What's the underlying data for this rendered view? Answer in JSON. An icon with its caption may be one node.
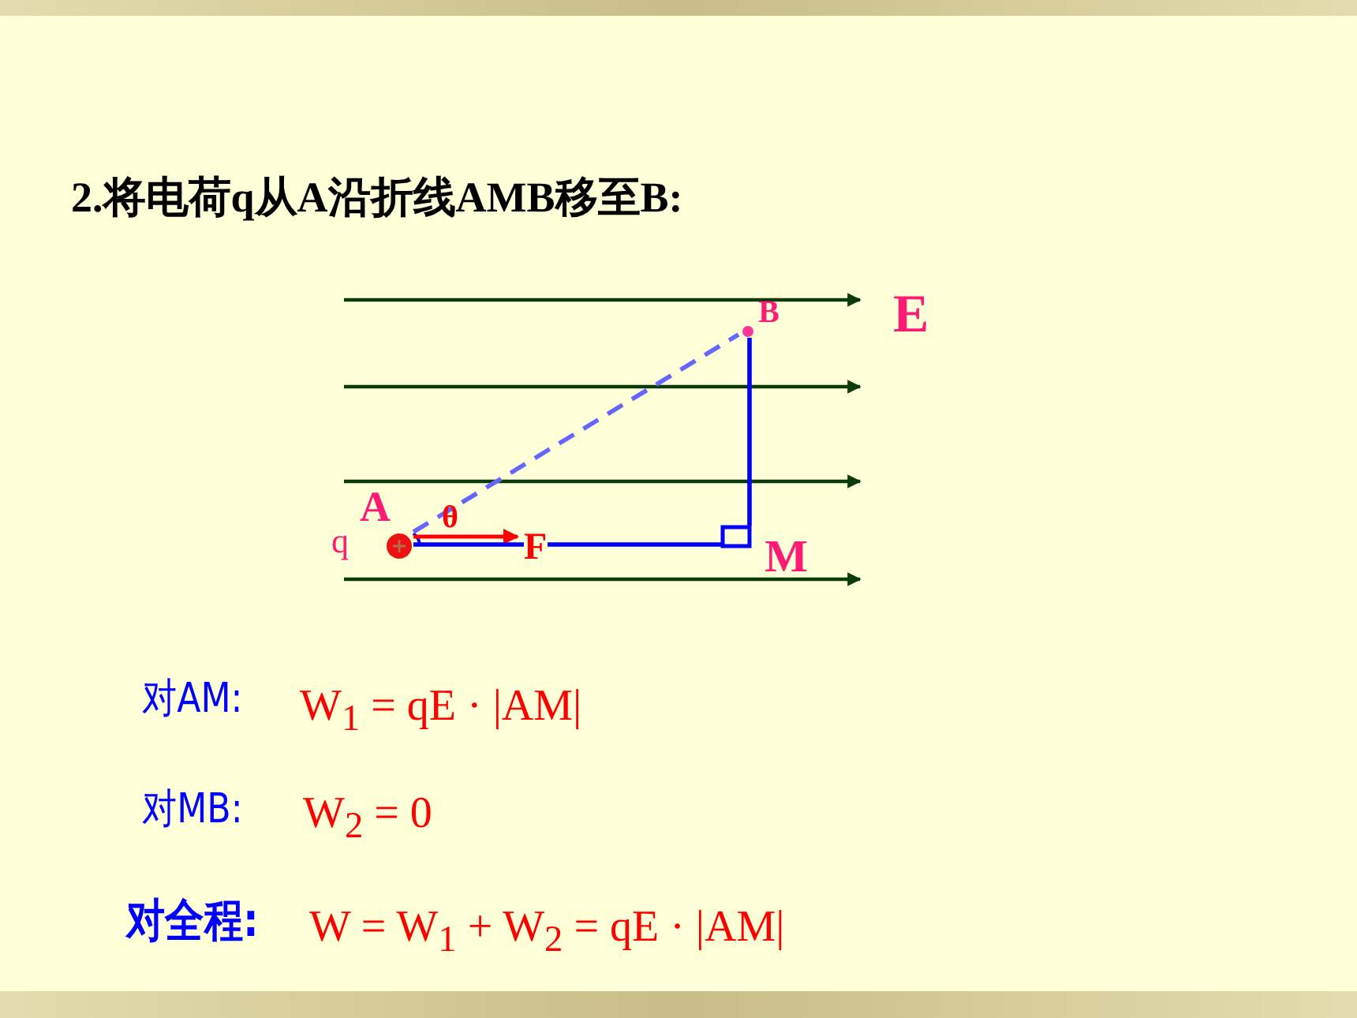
{
  "diagram": {
    "title": "2.将电荷q从A沿折线AMB移至B:",
    "nodes": [
      {
        "text": [
          "B"
        ]
      },
      {
        "text": [
          "A"
        ]
      },
      {
        "text": [
          "M"
        ]
      }
    ],
    "edges": [
      {
        "from": 1,
        "to": 2,
        "arrow": "none"
      },
      {
        "from": 2,
        "to": 0,
        "arrow": "none"
      },
      {
        "from": 1,
        "to": 0,
        "arrow": "none",
        "style": "dashed",
        "color": "#6666ff"
      }
    ],
    "labels": [
      "q",
      "θ",
      "F",
      "E",
      "对AM:",
      "W$_{1}$ = qE · |AM|",
      "对MB:",
      "W$_{2}$ = 0",
      "对全程:",
      "W = W$_{1}$ + W$_{2}$ = qE · |AM|"
    ]
  }
}
